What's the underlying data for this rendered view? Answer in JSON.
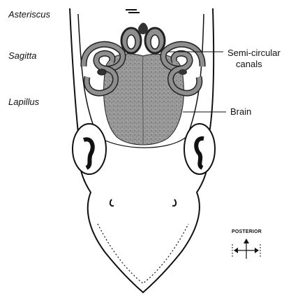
{
  "labels": {
    "asteriscus": "Asteriscus",
    "sagitta": "Sagitta",
    "lapillus": "Lapillus",
    "semicircular_line1": "Semi-circular",
    "semicircular_line2": "canals",
    "brain": "Brain"
  },
  "compass": {
    "label": "POSTERIOR"
  },
  "colors": {
    "canal_fill": "#8e8e8e",
    "brain_fill": "#9a9a9a",
    "ink": "#111111"
  }
}
